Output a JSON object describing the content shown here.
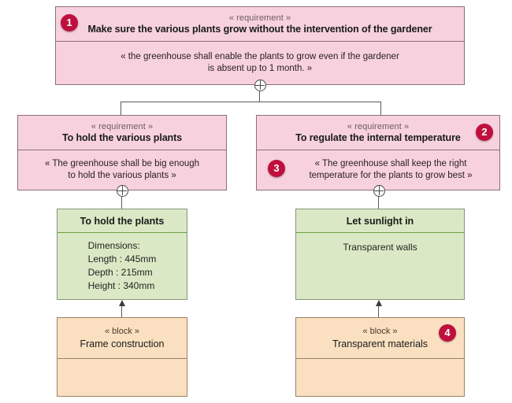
{
  "diagram": {
    "type": "sysml-requirement-diagram",
    "colors": {
      "requirement_fill": "#f7d2de",
      "requirement_border": "#8a7078",
      "green_fill": "#dbe8c5",
      "green_border": "#87947a",
      "green_divider": "#69a042",
      "block_fill": "#fae0c0",
      "block_border": "#9a8367",
      "badge_fill": "#bf0f3e",
      "badge_text": "#ffffff",
      "connector": "#5a5a5a",
      "background": "#ffffff"
    }
  },
  "nodes": {
    "req_root": {
      "stereotype": "« requirement »",
      "title": "Make sure the various plants grow without the intervention of the gardener",
      "text_line1": "« the greenhouse shall enable the plants to grow even if the gardener",
      "text_line2": "is absent up to 1 month. »",
      "badge": "1"
    },
    "req_hold": {
      "stereotype": "« requirement »",
      "title": "To hold the various plants",
      "text_line1": "« The greenhouse shall be big enough",
      "text_line2": "to hold the various plants »"
    },
    "req_temp": {
      "stereotype": "« requirement »",
      "title": "To regulate the internal temperature",
      "text_line1": "« The greenhouse shall keep the right",
      "text_line2": "temperature for the plants to grow best »",
      "badge_title": "2",
      "badge_text": "3"
    },
    "fn_hold_plants": {
      "title": "To hold the plants",
      "spec_label": "Dimensions:",
      "spec_length": "Length : 445mm",
      "spec_depth": "Depth : 215mm",
      "spec_height": "Height : 340mm"
    },
    "fn_sunlight": {
      "title": "Let sunlight in",
      "text": "Transparent walls"
    },
    "block_frame": {
      "stereotype": "« block »",
      "title": "Frame construction"
    },
    "block_transparent": {
      "stereotype": "« block »",
      "title": "Transparent materials",
      "badge": "4"
    }
  },
  "connectors": {
    "containment_icon": "crosshair-circle-icon",
    "satisfy_arrow_icon": "arrow-up-icon"
  }
}
